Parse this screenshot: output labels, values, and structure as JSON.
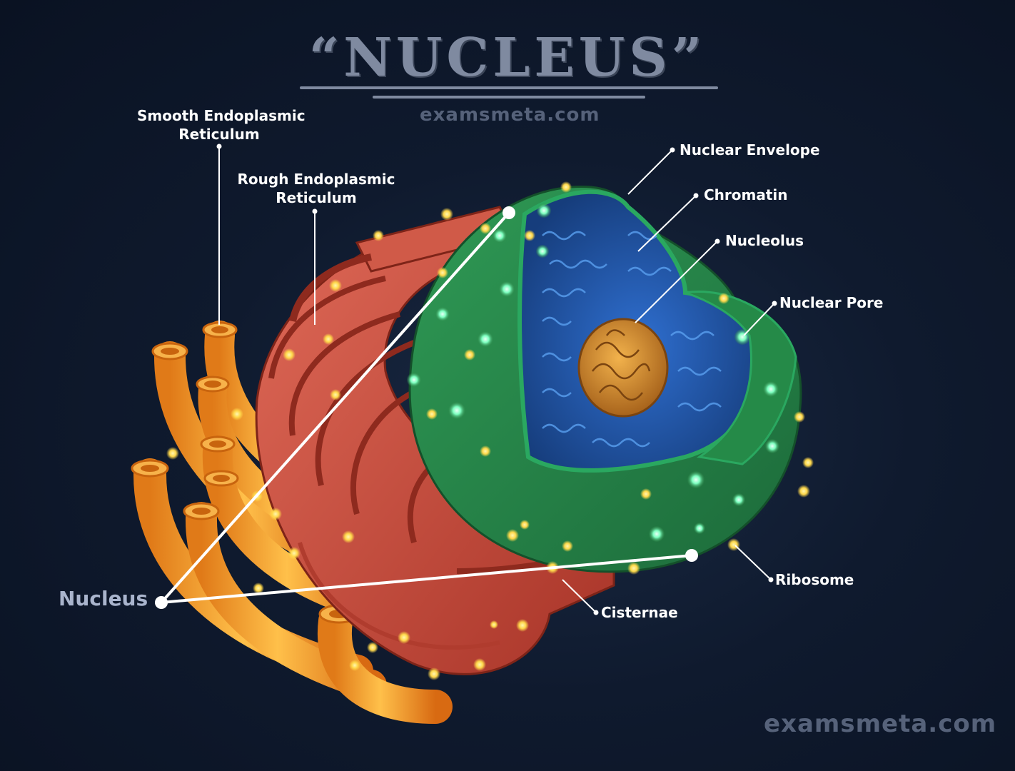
{
  "title": "“NUCLEUS”",
  "watermark_top": "examsmeta.com",
  "watermark_bottom": "examsmeta.com",
  "labels": {
    "smooth_er_line1": "Smooth Endoplasmic",
    "smooth_er_line2": "Reticulum",
    "rough_er_line1": "Rough Endoplasmic",
    "rough_er_line2": "Reticulum",
    "nuclear_envelope": "Nuclear Envelope",
    "chromatin": "Chromatin",
    "nucleolus": "Nucleolus",
    "nuclear_pore": "Nuclear Pore",
    "ribosome": "Ribosome",
    "cisternae": "Cisternae",
    "nucleus": "Nucleus"
  },
  "colors": {
    "background": "#0f1a2e",
    "title": "#7f8aa0",
    "smooth_er": "#f0a534",
    "rough_er": "#c84a3c",
    "nuclear_envelope": "#2f8a4a",
    "nucleoplasm": "#1d4f9a",
    "nucleolus": "#c98a32",
    "ribosome": "#ffd84a",
    "nuclear_pore": "#7dffc0"
  }
}
